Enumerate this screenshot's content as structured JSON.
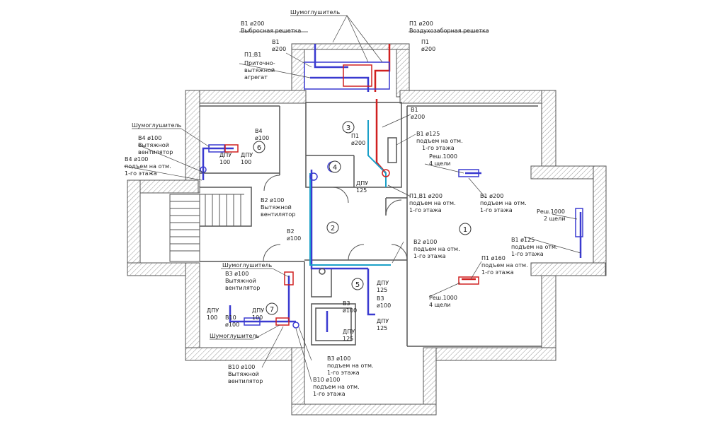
{
  "colors": {
    "wall": "#555555",
    "hatch": "#9a9a9a",
    "exhaust": "#3a3ad0",
    "supply": "#d02020",
    "cyan": "#1aa0c8",
    "text": "#222222"
  },
  "rooms": [
    "1",
    "2",
    "3",
    "4",
    "5",
    "6",
    "7"
  ],
  "labels": {
    "silencer_top": "Шумоглушитель",
    "b1_grille_a": "В1 ø200",
    "b1_grille_b": "Выбросная решетка",
    "p1_intake_a": "П1 ø200",
    "p1_intake_b": "Воздухозаборная решетка",
    "b1_top_a": "В1",
    "b1_top_b": "ø200",
    "p1_top_a": "П1",
    "p1_top_b": "ø200",
    "unit_a": "П1;В1",
    "unit_b": "Приточно-",
    "unit_c": "вытяжной",
    "unit_d": "агрегат",
    "silencer_left": "Шумоглушитель",
    "b4_fan_a": "В4 ø100",
    "b4_fan_b": "Вытяжной",
    "b4_fan_c": "вентилятор",
    "b4_rise_a": "В4 ø100",
    "b4_rise_b": "подъем на отм.",
    "b4_rise_c": "1-го этажа",
    "b4_room_a": "В4",
    "b4_room_b": "ø100",
    "dpu100_a1": "ДПУ",
    "dpu100_a2": "100",
    "dpu100_b1": "ДПУ",
    "dpu100_b2": "100",
    "b1_mid_a": "В1",
    "b1_mid_b": "ø200",
    "p1_mid_a": "П1",
    "p1_mid_b": "ø200",
    "b1_125_a": "В1 ø125",
    "b1_125_b": "подъем на отм.",
    "b1_125_c": "1-го этажа",
    "resh1000_a": "Реш.1000",
    "resh1000_b": "4 щели",
    "dpu125_a": "ДПУ",
    "dpu125_b": "125",
    "b2_fan_a": "В2 ø100",
    "b2_fan_b": "Вытяжной",
    "b2_fan_c": "вентилятор",
    "p1b1_rise_a": "П1,В1 ø200",
    "p1b1_rise_b": "подъем на отм.",
    "p1b1_rise_c": "1-го этажа",
    "b1_200_a": "В1 ø200",
    "b1_200_b": "подъем на отм.",
    "b1_200_c": "1-го этажа",
    "resh1000_2a": "Реш.1000",
    "resh1000_2b": "2 щели",
    "b2_mid_a": "В2",
    "b2_mid_b": "ø100",
    "b1_125r_a": "В1 ø125",
    "b1_125r_b": "подъем на отм.",
    "b1_125r_c": "1-го этажа",
    "b2_rise_a": "В2 ø100",
    "b2_rise_b": "подъем на отм.",
    "b2_rise_c": "1-го этажа",
    "silencer_mid": "Шумоглушитель",
    "b3_fan_a": "В3 ø100",
    "b3_fan_b": "Вытяжной",
    "b3_fan_c": "вентилятор",
    "p1_160_a": "П1 ø160",
    "p1_160_b": "подъем на отм.",
    "p1_160_c": "1-го этажа",
    "dpu125_2a": "ДПУ",
    "dpu125_2b": "125",
    "b3_r_a": "В3",
    "b3_r_b": "ø100",
    "b3_c_a": "В3",
    "b3_c_b": "ø100",
    "dpu125_3a": "ДПУ",
    "dpu125_3b": "125",
    "resh1000_3a": "Реш.1000",
    "resh1000_3b": "4 щели",
    "dpu100_c1": "ДПУ",
    "dpu100_c2": "100",
    "dpu100_d1": "ДПУ",
    "dpu100_d2": "100",
    "b10_room_a": "В10",
    "b10_room_b": "ø100",
    "dpu125_4a": "ДПУ",
    "dpu125_4b": "125",
    "silencer_bot": "Шумоглушитель",
    "b3_rise_a": "В3 ø100",
    "b3_rise_b": "подъем на отм.",
    "b3_rise_c": "1-го этажа",
    "b10_fan_a": "В10 ø100",
    "b10_fan_b": "Вытяжной",
    "b10_fan_c": "вентилятор",
    "b10_rise_a": "В10 ø100",
    "b10_rise_b": "подъем на отм.",
    "b10_rise_c": "1-го этажа"
  }
}
